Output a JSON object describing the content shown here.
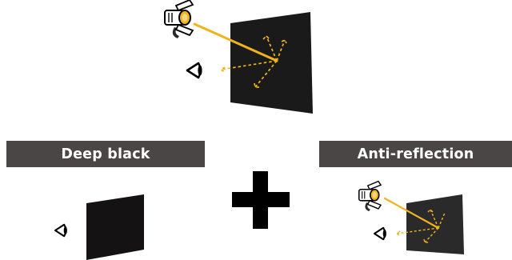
{
  "labels": {
    "left": "Deep black",
    "right": "Anti-reflection"
  },
  "icons": [
    "spotlight-icon",
    "eye-icon",
    "plus-icon",
    "panel"
  ],
  "colors": {
    "banner_bg": "#4a4645",
    "banner_text": "#ffffff",
    "light_ray": "#f1b31c",
    "panel_deep": "#141212",
    "panel_main": "#1b1a1a",
    "panel_antireflection": "#2b2a2a",
    "ink": "#000000"
  }
}
